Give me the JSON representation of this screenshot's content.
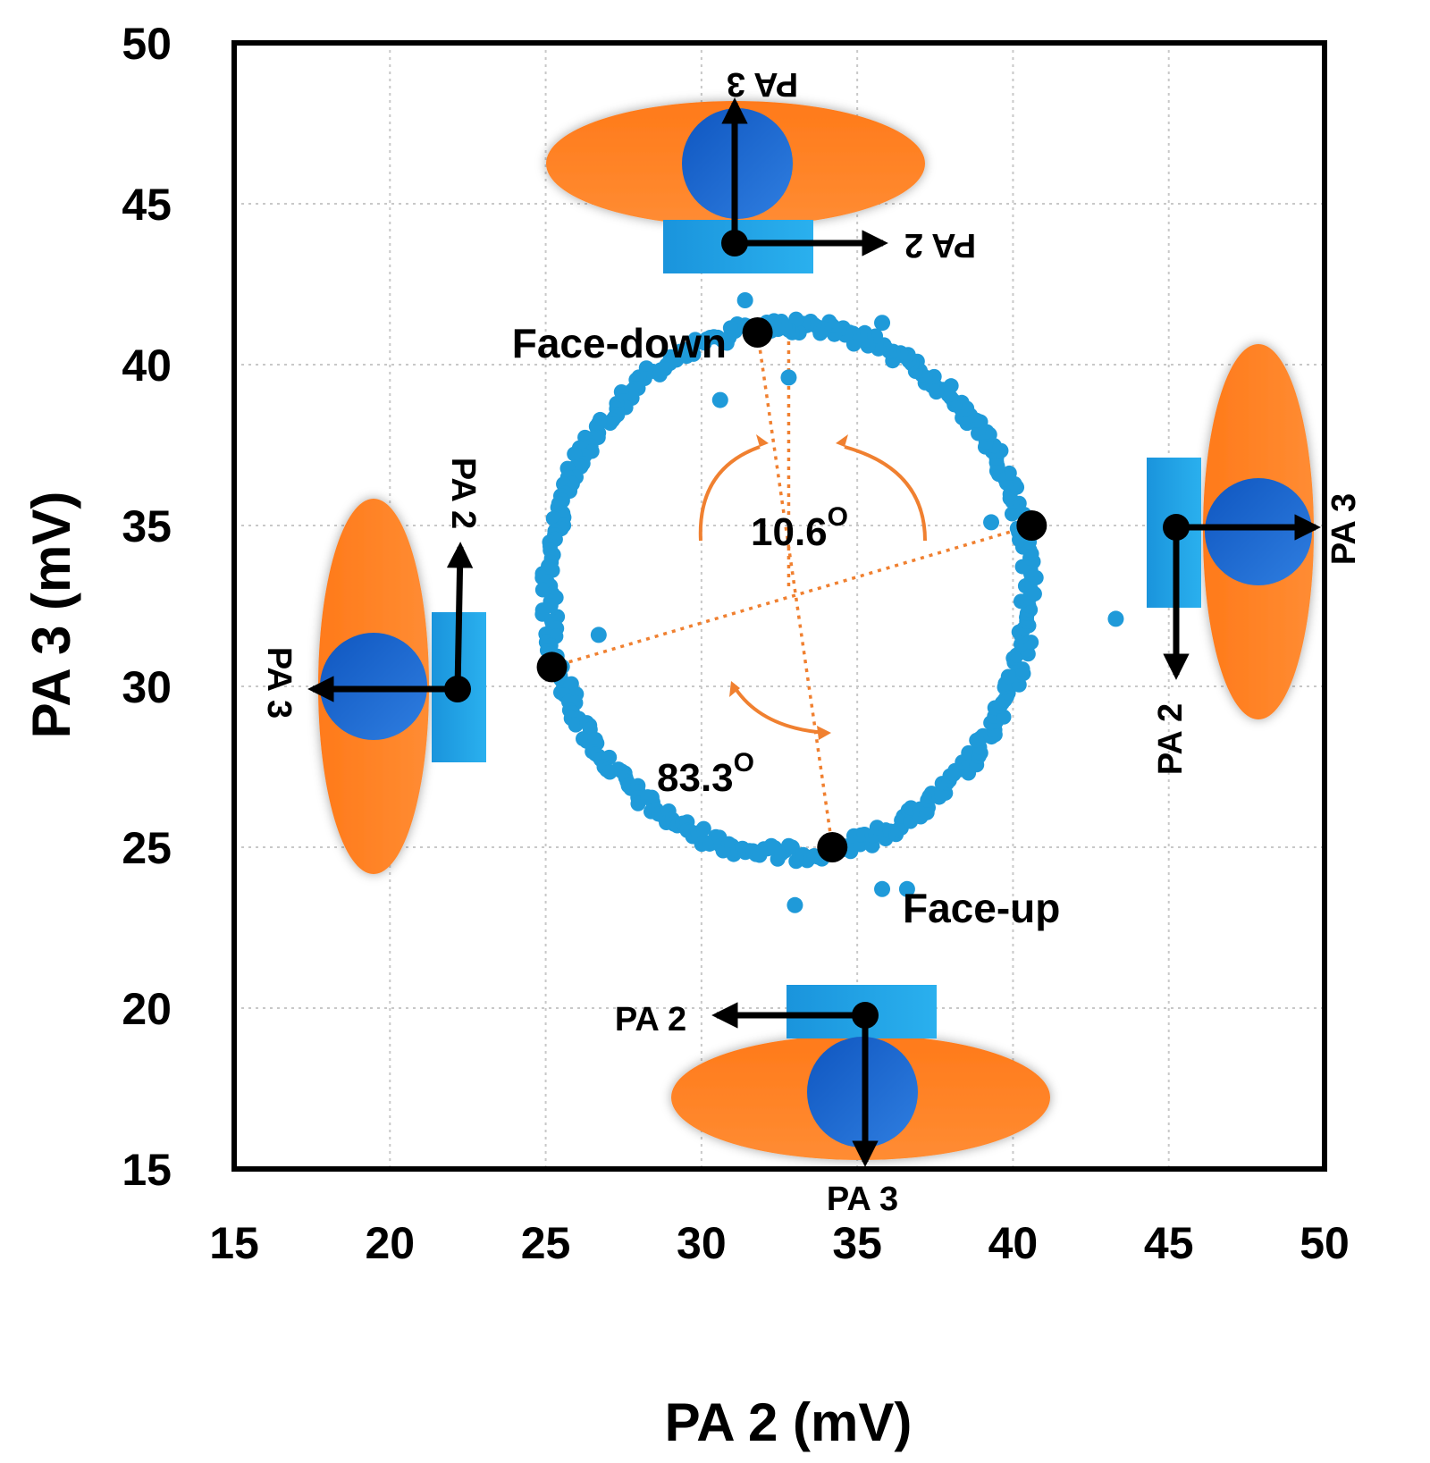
{
  "chart_data": {
    "type": "scatter",
    "xlabel": "PA 2 (mV)",
    "ylabel": "PA 3 (mV)",
    "xlim": [
      15,
      50
    ],
    "ylim": [
      15,
      50
    ],
    "xticks": [
      "15",
      "20",
      "25",
      "30",
      "35",
      "40",
      "45",
      "50"
    ],
    "yticks": [
      "15",
      "20",
      "25",
      "30",
      "35",
      "40",
      "45",
      "50"
    ],
    "grid": true,
    "series": [
      {
        "circle_fit": {
          "center_x": 32.8,
          "center_y": 33.0,
          "radius_x": 7.7,
          "radius_y": 8.2
        },
        "outliers": [
          {
            "x": 31.4,
            "y": 42.0
          },
          {
            "x": 35.8,
            "y": 41.3
          },
          {
            "x": 30.6,
            "y": 38.9
          },
          {
            "x": 32.8,
            "y": 39.6
          },
          {
            "x": 26.7,
            "y": 31.6
          },
          {
            "x": 39.3,
            "y": 35.1
          },
          {
            "x": 43.3,
            "y": 32.1
          },
          {
            "x": 33.0,
            "y": 23.2
          },
          {
            "x": 35.8,
            "y": 23.7
          },
          {
            "x": 36.6,
            "y": 23.7
          }
        ]
      }
    ],
    "key_points": [
      {
        "name": "Face-down",
        "x": 31.8,
        "y": 41.0
      },
      {
        "name": "",
        "x": 40.6,
        "y": 35.0
      },
      {
        "name": "",
        "x": 25.2,
        "y": 30.6
      },
      {
        "name": "Face-up",
        "x": 34.2,
        "y": 25.0
      }
    ],
    "annotations": {
      "face_down": "Face-down",
      "face_up": "Face-up",
      "angle_small": "10.6",
      "angle_large": "83.3",
      "degree": "O",
      "pa2": "PA 2",
      "pa3": "PA 3"
    },
    "colors": {
      "points": "#1f9ad9",
      "key_points": "#000000",
      "ref_lines": "#f08030",
      "ellipse": "#ff7a1a",
      "circle": "#1a62c8",
      "rect": "#1aa0e0"
    }
  }
}
